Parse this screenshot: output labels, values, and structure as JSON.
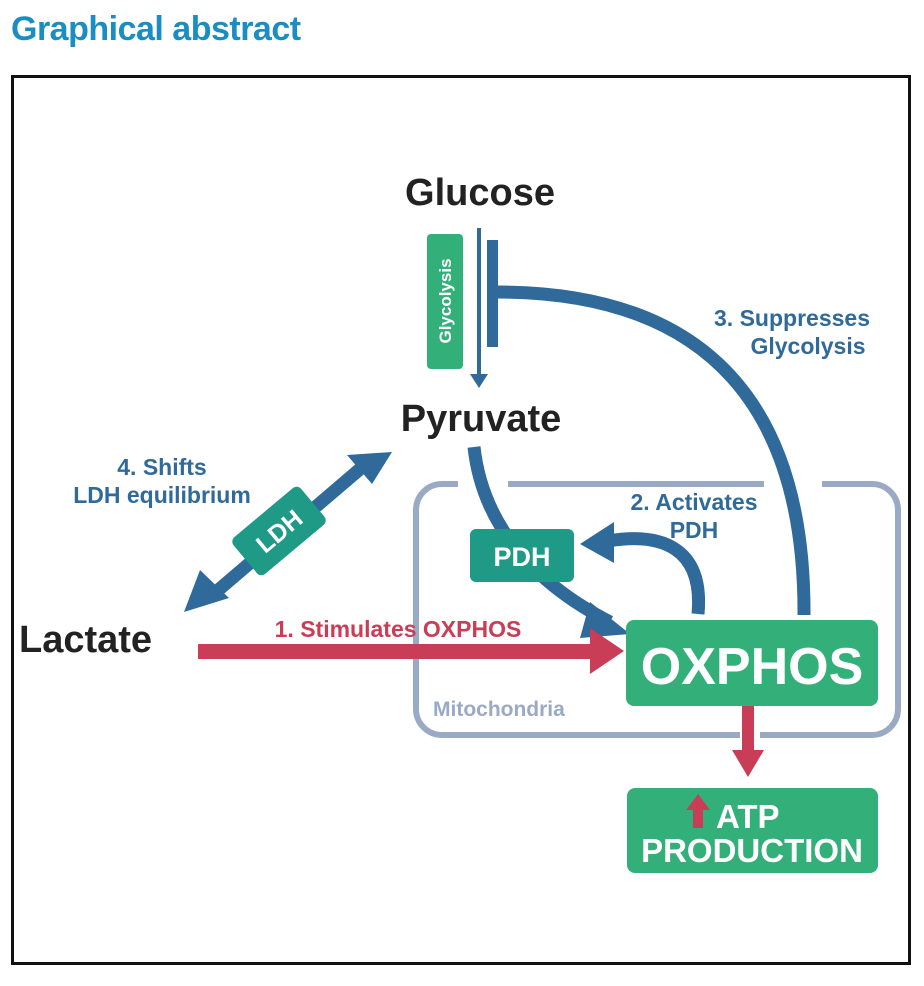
{
  "header": {
    "title": "Graphical abstract"
  },
  "diagram": {
    "nodes": {
      "glucose": "Glucose",
      "pyruvate": "Pyruvate",
      "lactate": "Lactate",
      "glycolysis": "Glycolysis",
      "ldh": "LDH",
      "pdh": "PDH",
      "oxphos": "OXPHOS",
      "atp_line1": "ATP",
      "atp_line2": "PRODUCTION",
      "mitochondria": "Mitochondria"
    },
    "labels": {
      "stimulates": "1. Stimulates OXPHOS",
      "activates_line1": "2. Activates",
      "activates_line2": "PDH",
      "suppresses_line1": "3. Suppresses",
      "suppresses_line2": "Glycolysis",
      "shifts_line1": "4. Shifts",
      "shifts_line2": "LDH equilibrium"
    },
    "colors": {
      "blue": "#2f6a9a",
      "green": "#33b07a",
      "teal": "#1f9a86",
      "red": "#c93d56",
      "mito": "#9aaac4",
      "header": "#1a8ec2"
    }
  }
}
